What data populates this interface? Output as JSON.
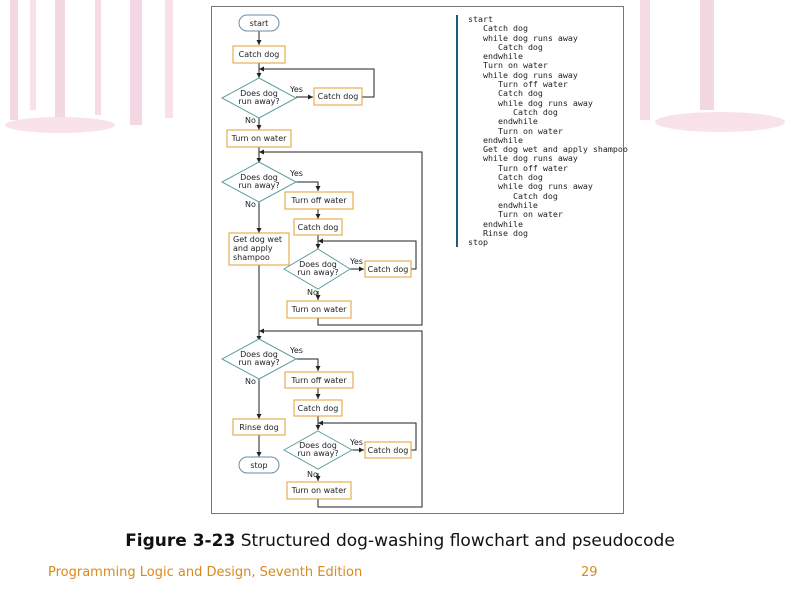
{
  "flowchart": {
    "start": "start",
    "stop": "stop",
    "catch_dog": "Catch dog",
    "turn_on_water": "Turn on water",
    "turn_off_water": "Turn off water",
    "get_wet": [
      "Get dog wet",
      "and apply",
      "shampoo"
    ],
    "rinse_dog": "Rinse dog",
    "question": [
      "Does dog",
      "run away?"
    ],
    "yes": "Yes",
    "no": "No"
  },
  "pseudocode": [
    "start",
    "   Catch dog",
    "   while dog runs away",
    "      Catch dog",
    "   endwhile",
    "   Turn on water",
    "   while dog runs away",
    "      Turn off water",
    "      Catch dog",
    "      while dog runs away",
    "         Catch dog",
    "      endwhile",
    "      Turn on water",
    "   endwhile",
    "   Get dog wet and apply shampoo",
    "   while dog runs away",
    "      Turn off water",
    "      Catch dog",
    "      while dog runs away",
    "         Catch dog",
    "      endwhile",
    "      Turn on water",
    "   endwhile",
    "   Rinse dog",
    "stop"
  ],
  "caption": {
    "label": "Figure 3-23",
    "text": "Structured dog-washing flowchart and pseudocode"
  },
  "footer": {
    "book": "Programming Logic and Design, Seventh Edition",
    "page": "29"
  },
  "colors": {
    "box_border": "#e0a030",
    "diamond_border": "#5fa0a0",
    "terminal_border": "#6a8ea8",
    "line": "#222222",
    "footer": "#d98a1c"
  }
}
